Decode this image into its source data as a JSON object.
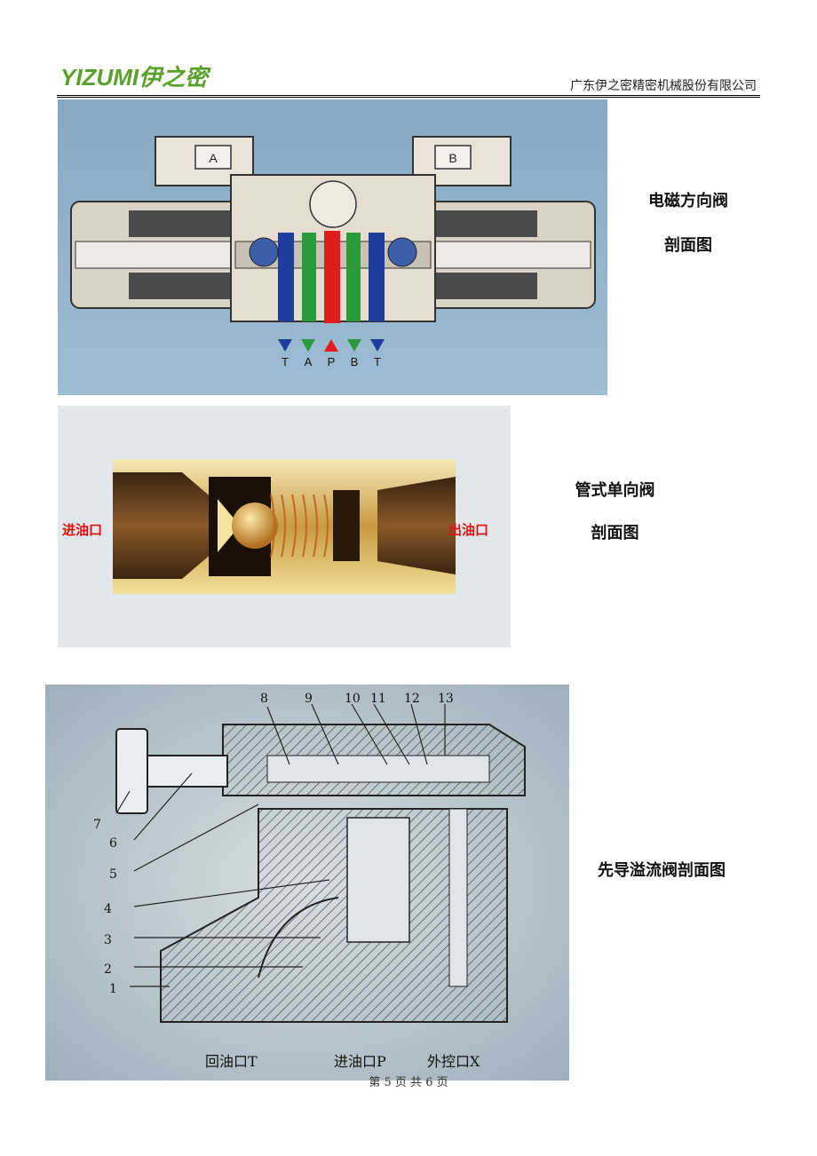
{
  "header": {
    "logo_text": "YIZUMI伊之密",
    "company": "广东伊之密精密机械股份有限公司"
  },
  "figures": [
    {
      "caption_line1": "电磁方向阀",
      "caption_line2": "剖面图",
      "coil_labels": [
        "A",
        "B"
      ],
      "ports": [
        "T",
        "A",
        "P",
        "B",
        "T"
      ]
    },
    {
      "caption_line1": "管式单向阀",
      "caption_line2": "剖面图",
      "inlet": "进油口",
      "outlet": "出油口"
    },
    {
      "caption": "先导溢流阀剖面图",
      "part_numbers": [
        "1",
        "2",
        "3",
        "4",
        "5",
        "6",
        "7",
        "8",
        "9",
        "10",
        "11",
        "12",
        "13"
      ],
      "port_labels": [
        "回油口T",
        "进油口P",
        "外控口X"
      ]
    }
  ],
  "footer": {
    "page_text": "第 5 页 共 6 页"
  },
  "colors": {
    "logo_green": "#5aa02c",
    "photo_blue": "#8fb0c8",
    "tank_blue": "#1f3d9c",
    "work_green": "#2a9a3a",
    "pressure_red": "#e21b1b",
    "check_red": "#e01010",
    "brass": "#c89a40"
  }
}
